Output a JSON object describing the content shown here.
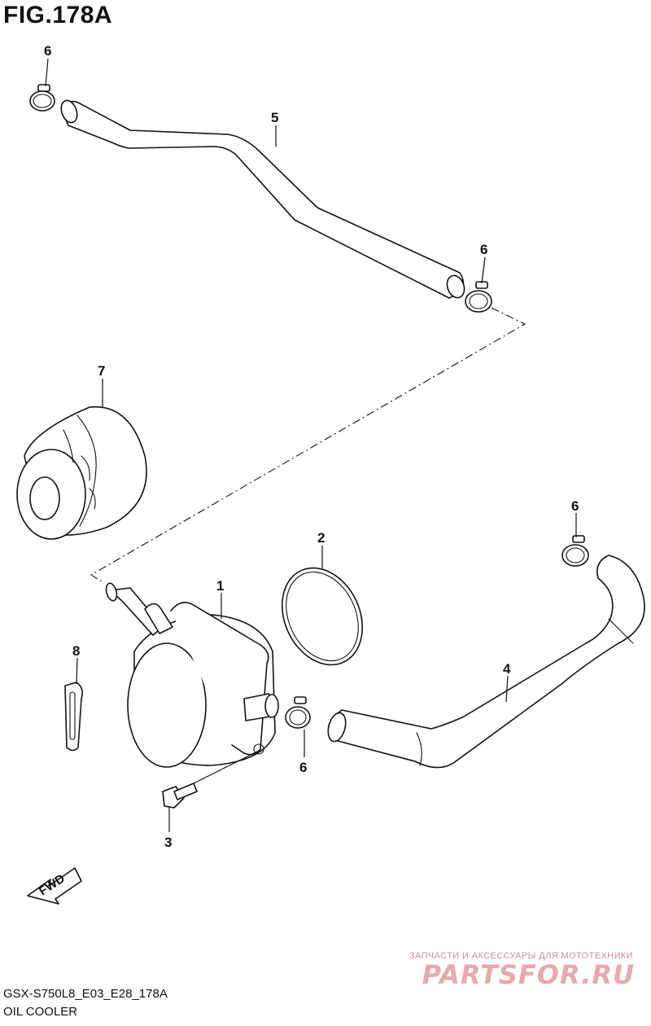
{
  "figure": {
    "title": "FIG.178A"
  },
  "callouts": {
    "c1": "1",
    "c2": "2",
    "c3": "3",
    "c4": "4",
    "c5": "5",
    "c6a": "6",
    "c6b": "6",
    "c6c": "6",
    "c6d": "6",
    "c7": "7",
    "c8": "8"
  },
  "fwd_label": "FWD",
  "footer": {
    "model_code": "GSX-S750L8_E03_E28_178A",
    "section_name": "OIL COOLER"
  },
  "watermark": {
    "tagline": "ЗАПЧАСТИ И АКСЕССУАРЫ ДЛЯ МОТОТЕХНИКИ",
    "brand": "PARTSFOR.RU"
  }
}
